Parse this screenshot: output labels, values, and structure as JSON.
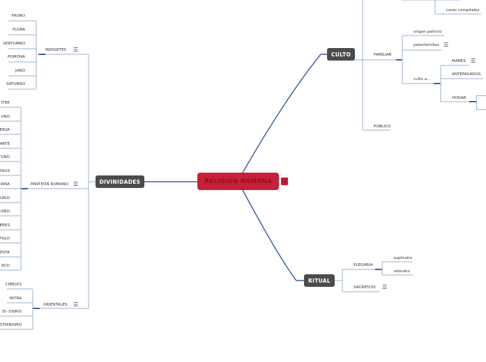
{
  "central": {
    "label": "RELIGIÓN ROMANA",
    "color": "#c8203a",
    "note_icon": "notes-icon"
  },
  "topics": {
    "divinidades": "DIVINIDADES",
    "culto": "CULTO",
    "ritual": "RITUAL",
    "color": "#4b4b4b"
  },
  "divinidades": {
    "indigetes": {
      "label": "INDIGETES",
      "items": [
        "FAUNO",
        "FLORA",
        "VERTUMNO",
        "POMONA",
        "JANO",
        "SATURNO"
      ]
    },
    "panteon": {
      "label": "PANTEÓN ROMANO",
      "items": [
        "ITER",
        "UNO",
        "ERVA",
        "ARTE",
        "TUNO",
        "ENUS",
        "IANA",
        "URIO",
        "CANO",
        "ERES",
        "POLO",
        "ESTA",
        "ACO"
      ]
    },
    "orientales": {
      "label": "ORIENTALES",
      "items": [
        "CIBELES",
        "MITRA",
        "IS- OSIRIS",
        "STIANISMO"
      ]
    }
  },
  "culto": {
    "lares": "Lares compitales",
    "familiar": {
      "label": "FAMILIAR",
      "origen": "origen patricio",
      "paterfamilias": "paterfamilias",
      "culto_a": {
        "label": "culto a...",
        "manes": "MANES",
        "antepasados": "ANTEPASADOS",
        "hogar": "HOGAR"
      }
    },
    "publico": "PÚBLICO"
  },
  "ritual": {
    "plegaria": {
      "label": "PLEGARIA",
      "items": [
        "suplicatio",
        "adoratio"
      ]
    },
    "sacrificio": "SACRIFICIO"
  },
  "line_color": "#9ab0cc",
  "main_line_color": "#3f6496"
}
